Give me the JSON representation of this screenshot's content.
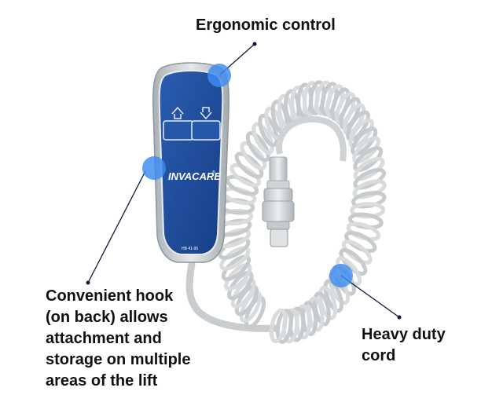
{
  "product": {
    "brand": "INVACARE",
    "registered_mark": "®",
    "model": "HB 41-95",
    "up_arrow": "up-arrow-icon",
    "down_arrow": "down-arrow-icon"
  },
  "callouts": {
    "ergonomic": "Ergonomic control",
    "hook": [
      "Convenient hook",
      "(on back) allows",
      "attachment and",
      "storage on multiple",
      "areas of the lift"
    ],
    "cord": [
      "Heavy duty",
      "cord"
    ]
  },
  "colors": {
    "handset_blue": "#1f4e9c",
    "highlight_dot": "#3d8bf0",
    "leader_line": "#0b1a3d",
    "cord_gray": "#d9dbdc"
  }
}
